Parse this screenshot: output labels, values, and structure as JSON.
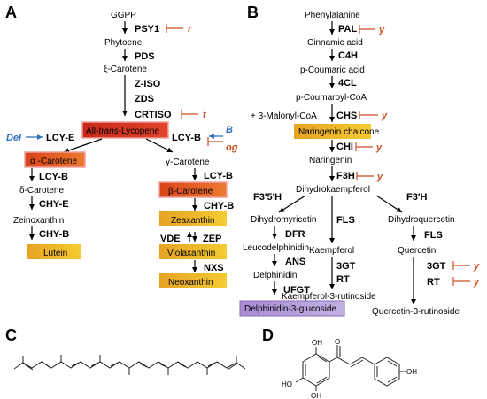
{
  "panels": {
    "a": "A",
    "b": "B",
    "c": "C",
    "d": "D"
  },
  "a": {
    "ggpp": "GGPP",
    "psy1": "PSY1",
    "phytoene": "Phytoene",
    "pds": "PDS",
    "xi": "ξ-Carotene",
    "ziso": "Z-ISO",
    "zds": "ZDS",
    "crtiso": "CRTISO",
    "lyc_pre": "All-",
    "lyc_it": "trans",
    "lyc_post": "-Lycopene",
    "lcye": "LCY-E",
    "lcyb": "LCY-B",
    "del": "Del",
    "bmut": "B",
    "alpha": "α -Carotene",
    "beta": "β-Carotene",
    "gamma": "γ-Carotene",
    "delta": "δ-Carotene",
    "lcyb_l": "LCY-B",
    "chye": "CHY-E",
    "zeino": "Zeinoxanthin",
    "chyb_l": "CHY-B",
    "lutein": "Lutein",
    "lcyb_r": "LCY-B",
    "chyb_r": "CHY-B",
    "zea": "Zeaxanthin",
    "vde": "VDE",
    "zep": "ZEP",
    "viola": "Violaxanthin",
    "nxs": "NXS",
    "neo": "Neoxanthin",
    "m_r": "r",
    "m_t": "t",
    "m_og": "og"
  },
  "b": {
    "phe": "Phenylalanine",
    "pal": "PAL",
    "cinn": "Cinnamic acid",
    "c4h": "C4H",
    "pcou": "p-Coumaric acid",
    "fcl": "4CL",
    "pcoa": "p-Coumaroyl-CoA",
    "malonyl": "+ 3-Malonyl-CoA",
    "chs": "CHS",
    "chalcone": "Naringenin chalcone",
    "chi": "CHI",
    "naringenin": "Naringenin",
    "f3h": "F3H",
    "dhk": "Dihydrokaempferol",
    "f35h": "F3'5'H",
    "f3h2": "F3'H",
    "dhm": "Dihydromyricetin",
    "dfr": "DFR",
    "leuco": "Leucodelphinidin",
    "ans": "ANS",
    "delph": "Delphinidin",
    "ufgt": "UFGT",
    "delgluc": "Delphinidin-3-glucoside",
    "fls": "FLS",
    "kaemp": "Kaempferol",
    "gt3": "3GT",
    "rt": "RT",
    "kaemp3r": "Kaempferol-3-rutinoside",
    "dhq": "Dihydroquercetin",
    "fls2": "FLS",
    "querc": "Quercetin",
    "gt3b": "3GT",
    "rt2": "RT",
    "querc3r": "Quercetin-3-rutinoside",
    "m_y": "y"
  },
  "d": {
    "oh1": "OH",
    "oh2": "OH",
    "oh3": "OH",
    "oh4": "HO",
    "o": "O"
  },
  "colors": {
    "lycopene": "#d8331f",
    "carotene": "#e45a22",
    "orange": "#e4972a",
    "yellow": "#f1c21b",
    "lavender": "#b49cd8",
    "mutant": "#c8501e",
    "arrow_blue": "#2e6fbf"
  }
}
